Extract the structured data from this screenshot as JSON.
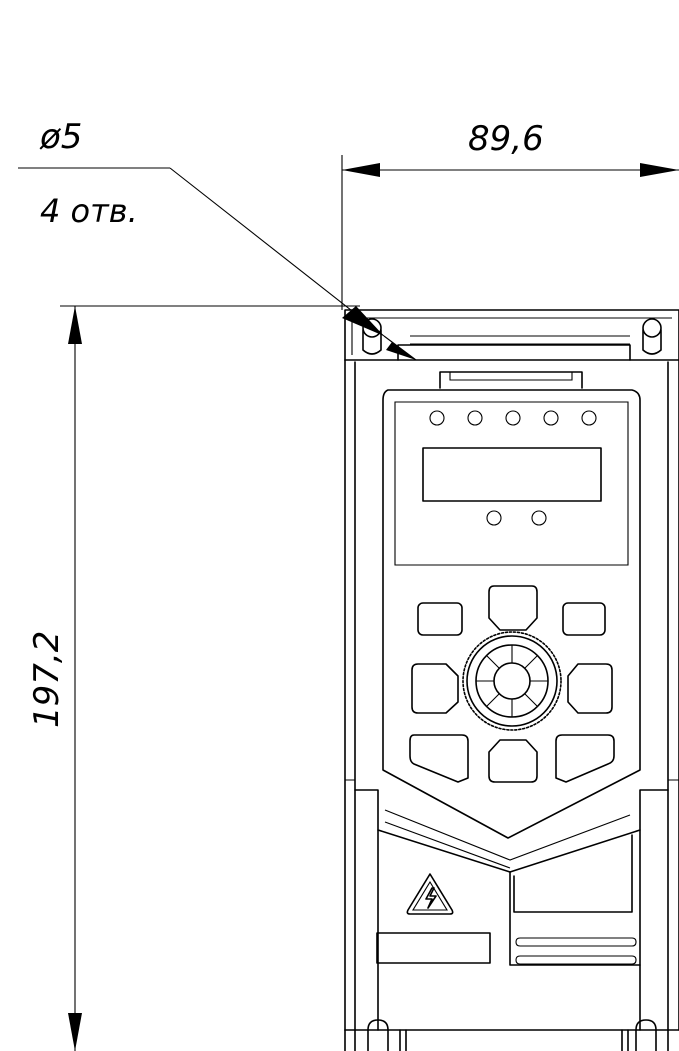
{
  "dimensions": {
    "hole_diameter": "ø5",
    "hole_count": "4 отв.",
    "width": "89,6",
    "height": "197,2"
  },
  "colors": {
    "stroke": "#000000",
    "background": "#ffffff"
  },
  "icons": {
    "warning": "high-voltage-warning-icon"
  }
}
